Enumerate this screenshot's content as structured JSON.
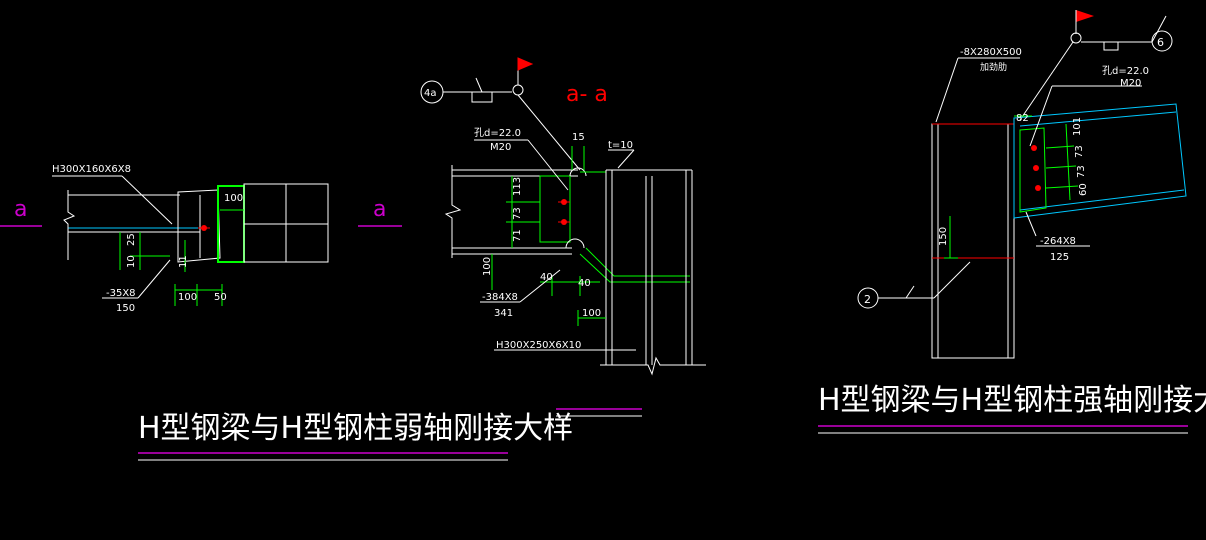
{
  "drawing": {
    "colors": {
      "background": "#000000",
      "line": "#ffffff",
      "dimension": "#00ff00",
      "accent": "#ff0000",
      "section_line": "#cc00cc",
      "plate_edge": "#00c8ff"
    },
    "weak_axis": {
      "title": "H型钢梁与H型钢柱弱轴刚接大样",
      "section_mark_left": "a",
      "section_mark_right": "a",
      "beam_label": "H300X160X6X8",
      "plate_label": "-35X8",
      "plate_width": "150",
      "dims": [
        "100",
        "25",
        "10",
        "11",
        "100",
        "50"
      ]
    },
    "section_view": {
      "title": "a- a",
      "callout_left": "4a",
      "hole_label": "孔d=22.0",
      "bolt_label": "M20",
      "thickness_label": "t=10",
      "top_dim": "15",
      "dims_vertical": [
        "113",
        "73",
        "71"
      ],
      "dims_other": [
        "100",
        "40",
        "40",
        "100"
      ],
      "plate_label": "-384X8",
      "plate_width": "341",
      "column_label": "H300X250X6X10"
    },
    "strong_axis": {
      "title": "H型钢梁与H型钢柱强轴刚接大样",
      "plate_label": "-8X280X500",
      "plate_note": "加劲肋",
      "callout_top": "6",
      "callout_left": "2",
      "hole_label": "孔d=22.0",
      "bolt_label": "M20",
      "dims_vertical": [
        "101",
        "73",
        "73",
        "60"
      ],
      "top_dim": "82",
      "stiffener_label": "-264X8",
      "stiffener_width": "125",
      "height_dim": "150"
    }
  }
}
